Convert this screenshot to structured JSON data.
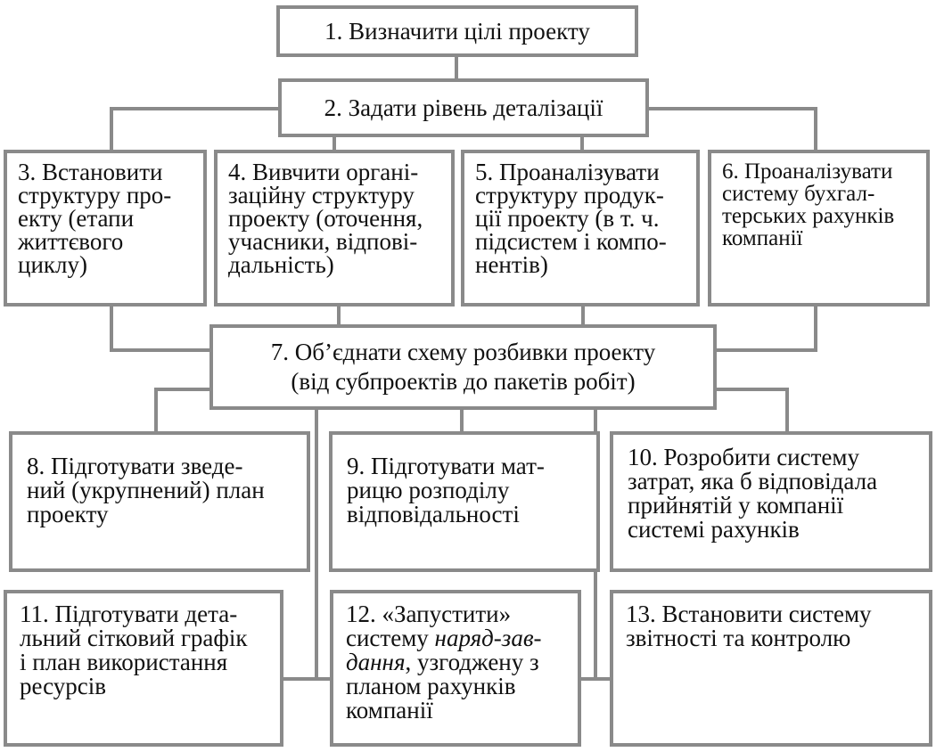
{
  "steps": {
    "s1": "1. Визначити цілі проекту",
    "s2": "2. Задати рівень деталізації",
    "s3": "3. Встановити\nструктуру про-\nекту (етапи\nжиттєвого\nциклу)",
    "s4": "4. Вивчити органі-\nзаційну структуру\nпроекту (оточення,\nучасники, відпові-\nдальність)",
    "s5": "5. Проаналізувати\nструктуру продук-\nції проекту (в т. ч.\nпідсистем і компо-\nнентів)",
    "s6": "6. Проаналізувати\nсистему бухгал-\nтерських рахунків\nкомпанії",
    "s7": "7. Об’єднати схему розбивки проекту\n(від субпроектів до пакетів робіт)",
    "s8": "8. Підготувати зведе-\nний (укрупнений) план\nпроекту",
    "s9": "9. Підготувати мат-\nрицю розподілу\nвідповідальності",
    "s10": "10. Розробити систему\nзатрат, яка б відповідала\nприйнятій у компанії\nсистемі рахунків",
    "s11": "11. Підготувати дета-\nльний сітковий графік\nі план використання\nресурсів",
    "s12_a": "12. «Запустити»\nсистему ",
    "s12_b": "наряд-зав-\nдання",
    "s12_c": ", узгоджену з\nпланом рахунків\nкомпанії",
    "s13": "13. Встановити систему\nзвітності та контролю"
  },
  "colors": {
    "line": "#8a8a8a",
    "text": "#111111"
  }
}
